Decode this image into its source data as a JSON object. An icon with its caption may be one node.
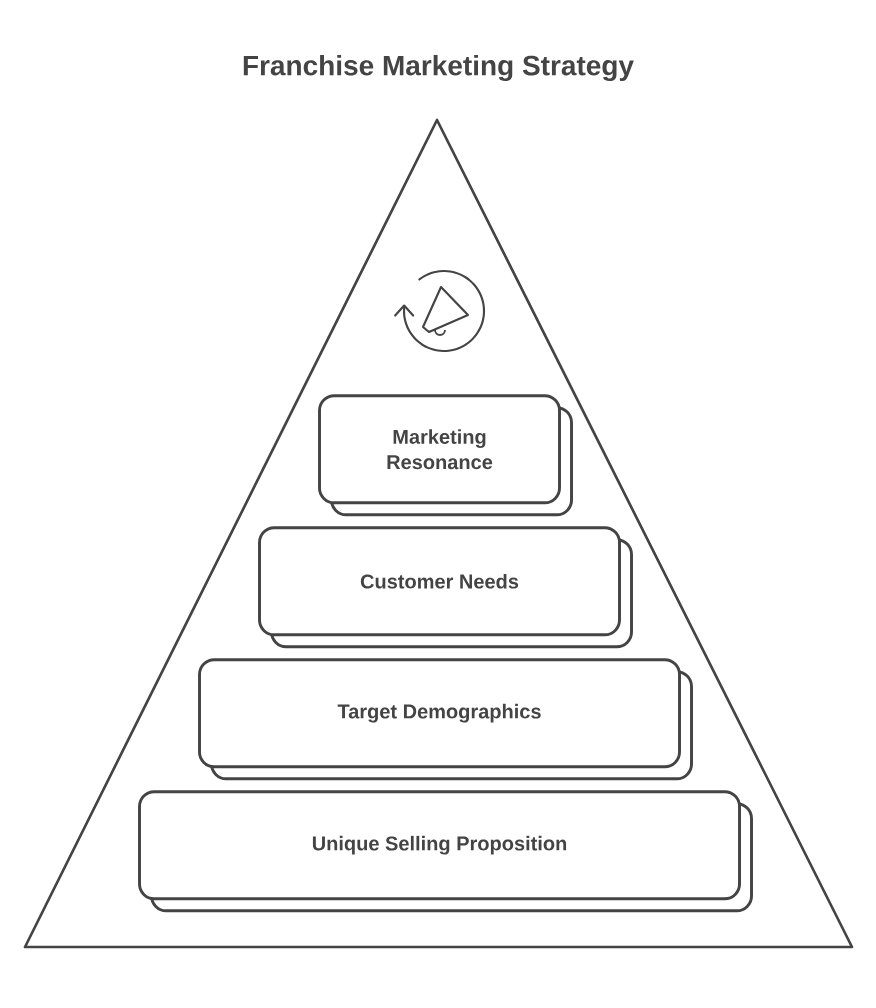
{
  "diagram": {
    "title": "Franchise Marketing Strategy",
    "nodes": [
      {
        "text": [],
        "shape": "triangle"
      },
      {
        "text": [
          "Marketing Resonance"
        ],
        "in": 0
      },
      {
        "text": [
          "Customer Needs"
        ],
        "in": 0
      },
      {
        "text": [
          "Target Demographics"
        ],
        "in": 0
      },
      {
        "text": [
          "Unique Selling Proposition"
        ],
        "in": 0
      }
    ]
  }
}
